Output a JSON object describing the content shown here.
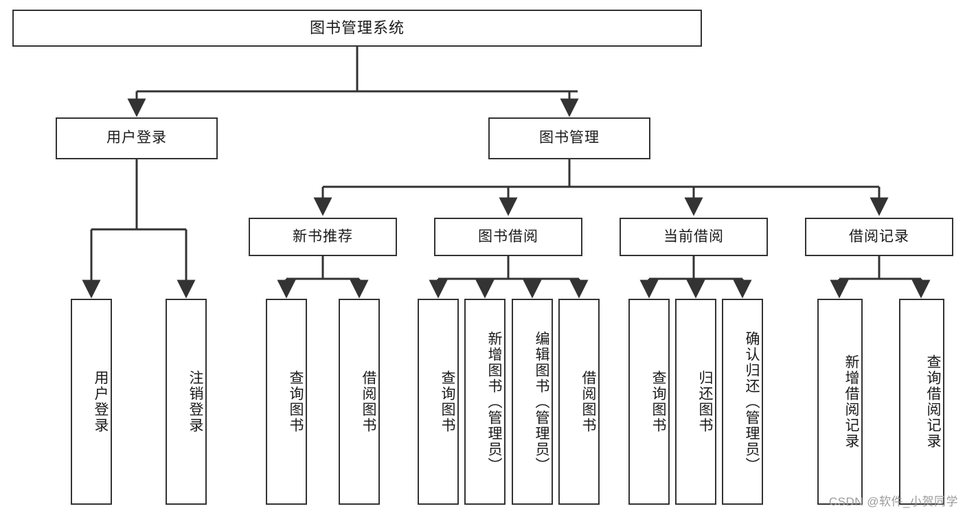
{
  "diagram": {
    "title": "图书管理系统",
    "type": "tree",
    "orientation": "top-down",
    "style": {
      "background": "#ffffff",
      "node_fill": "#ffffff",
      "node_stroke": "#333333",
      "edge_stroke": "#333333",
      "text_color": "#1a1a1a"
    }
  },
  "nodes": {
    "root": {
      "label": "图书管理系统"
    },
    "level2": [
      {
        "id": "user-login",
        "label": "用户登录"
      },
      {
        "id": "book-manage",
        "label": "图书管理"
      }
    ],
    "level3": [
      {
        "id": "new-book-rec",
        "label": "新书推荐"
      },
      {
        "id": "book-borrow",
        "label": "图书借阅"
      },
      {
        "id": "current-borrow",
        "label": "当前借阅"
      },
      {
        "id": "borrow-record",
        "label": "借阅记录"
      }
    ],
    "leaves": {
      "user_login": [
        {
          "id": "leaf-user-login",
          "label": "用户登录"
        },
        {
          "id": "leaf-logout",
          "label": "注销登录"
        }
      ],
      "new_book_rec": [
        {
          "id": "leaf-query-book-1",
          "label": "查询图书"
        },
        {
          "id": "leaf-borrow-book-1",
          "label": "借阅图书"
        }
      ],
      "book_borrow": [
        {
          "id": "leaf-query-book-2",
          "label": "查询图书"
        },
        {
          "id": "leaf-add-book",
          "label": "新增图书（管理员）"
        },
        {
          "id": "leaf-edit-book",
          "label": "编辑图书（管理员）"
        },
        {
          "id": "leaf-borrow-book-2",
          "label": "借阅图书"
        }
      ],
      "current_borrow": [
        {
          "id": "leaf-query-book-3",
          "label": "查询图书"
        },
        {
          "id": "leaf-return-book",
          "label": "归还图书"
        },
        {
          "id": "leaf-confirm-return",
          "label": "确认归还（管理员）"
        }
      ],
      "borrow_record": [
        {
          "id": "leaf-add-record",
          "label": "新增借阅记录"
        },
        {
          "id": "leaf-query-record",
          "label": "查询借阅记录"
        }
      ]
    }
  },
  "watermark": {
    "text": "CSDN @软件_小贺同学"
  }
}
